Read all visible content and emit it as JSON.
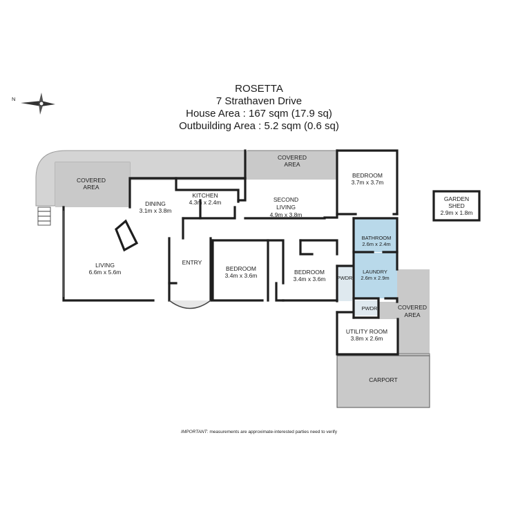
{
  "header": {
    "name": "ROSETTA",
    "address": "7 Strathaven Drive",
    "house_area": "House Area : 167 sqm (17.9 sq)",
    "outbuilding_area": "Outbuilding Area : 5.2 sqm (0.6 sq)"
  },
  "compass": {
    "label": "N"
  },
  "rooms": {
    "covered_area_left": {
      "name": "COVERED",
      "name2": "AREA"
    },
    "covered_area_top": {
      "name": "COVERED",
      "name2": "AREA"
    },
    "covered_area_right": {
      "name": "COVERED",
      "name2": "AREA"
    },
    "kitchen": {
      "name": "KITCHEN",
      "dims": "4.3m x 2.4m"
    },
    "dining": {
      "name": "DINING",
      "dims": "3.1m x 3.8m"
    },
    "second_living": {
      "name": "SECOND",
      "name2": "LIVING",
      "dims": "4.9m x 3.8m"
    },
    "bedroom_main": {
      "name": "BEDROOM",
      "dims": "3.7m x 3.7m"
    },
    "garden_shed": {
      "name": "GARDEN",
      "name2": "SHED",
      "dims": "2.9m x 1.8m"
    },
    "bathroom": {
      "name": "BATHROOM",
      "dims": "2.6m x 2.4m"
    },
    "living": {
      "name": "LIVING",
      "dims": "6.6m x 5.6m"
    },
    "entry": {
      "name": "ENTRY"
    },
    "bedroom_2": {
      "name": "BEDROOM",
      "dims": "3.4m x 3.6m"
    },
    "bedroom_3": {
      "name": "BEDROOM",
      "dims": "3.4m x 3.6m"
    },
    "pwdr_1": {
      "name": "PWDR"
    },
    "laundry": {
      "name": "LAUNDRY",
      "dims": "2.6m x 2.9m"
    },
    "pwdr_2": {
      "name": "PWDR"
    },
    "utility_room": {
      "name": "UTILITY ROOM",
      "dims": "3.8m x 2.6m"
    },
    "carport": {
      "name": "CARPORT"
    }
  },
  "footer": {
    "important_label": "IMPORTANT",
    "important_text": ": measurements are approximate-interested parties need to verify"
  },
  "colors": {
    "background": "#ffffff",
    "covered_fill": "#c9c9c9",
    "wet_area_fill": "#b9d9ea",
    "wall": "#1e1e1e"
  }
}
